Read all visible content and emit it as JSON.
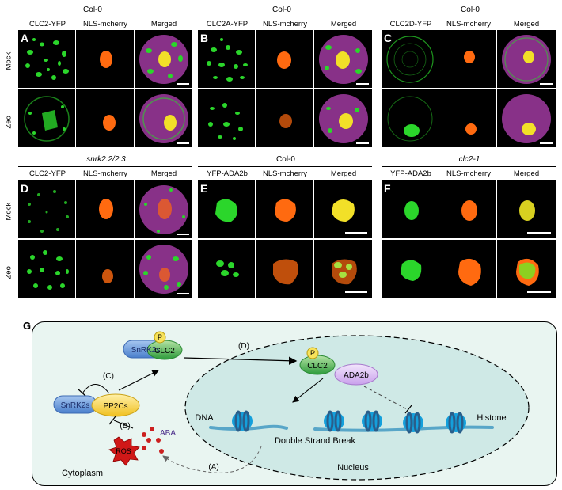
{
  "panel_group_headers": {
    "top_left": "Col-0",
    "top_mid": "Col-0",
    "top_right": "Col-0",
    "bottom_left": "snrk2.2/2.3",
    "bottom_mid": "Col-0",
    "bottom_right": "clc2-1"
  },
  "panels": [
    {
      "letter": "A",
      "cols": [
        "CLC2-YFP",
        "NLS-mcherry",
        "Merged"
      ],
      "rows": [
        "Mock",
        "Zeo"
      ]
    },
    {
      "letter": "B",
      "cols": [
        "CLC2A-YFP",
        "NLS-mcherry",
        "Merged"
      ]
    },
    {
      "letter": "C",
      "cols": [
        "CLC2D-YFP",
        "NLS-mcherry",
        "Merged"
      ]
    },
    {
      "letter": "D",
      "cols": [
        "CLC2-YFP",
        "NLS-mcherry",
        "Merged"
      ],
      "rows": [
        "Mock",
        "Zeo"
      ]
    },
    {
      "letter": "E",
      "cols": [
        "YFP-ADA2b",
        "NLS-mcherry",
        "Merged"
      ]
    },
    {
      "letter": "F",
      "cols": [
        "YFP-ADA2b",
        "NLS-mcherry",
        "Merged"
      ]
    }
  ],
  "diagram": {
    "letter": "G",
    "snrk2s_top": "SnRK2s",
    "snrk2s_left": "SnRK2s",
    "clc2_cyto": "CLC2",
    "clc2_nuc": "CLC2",
    "p_mark": "P",
    "ada2b": "ADA2b",
    "pp2cs": "PP2Cs",
    "aba": "ABA",
    "ros": "ROS",
    "step_a": "(A)",
    "step_b": "(B)",
    "step_c": "(C)",
    "step_d": "(D)",
    "dna": "DNA",
    "histone": "Histone",
    "dsb": "Double Strand Break",
    "nucleus": "Nucleus",
    "cytoplasm": "Cytoplasm"
  },
  "colors": {
    "gfp": "#2bd62b",
    "mcherry": "#ff6a10",
    "magenta": "#a03aa0",
    "merged_yellow": "#f2e028",
    "snrk_blue": "#5b8fd6",
    "clc2_green": "#3aa845",
    "pp2c_yellow": "#f5d23c",
    "ada2b_purple": "#d9b8f2",
    "ros_red": "#d01818",
    "nucleus_fill": "#cfe9e6"
  }
}
